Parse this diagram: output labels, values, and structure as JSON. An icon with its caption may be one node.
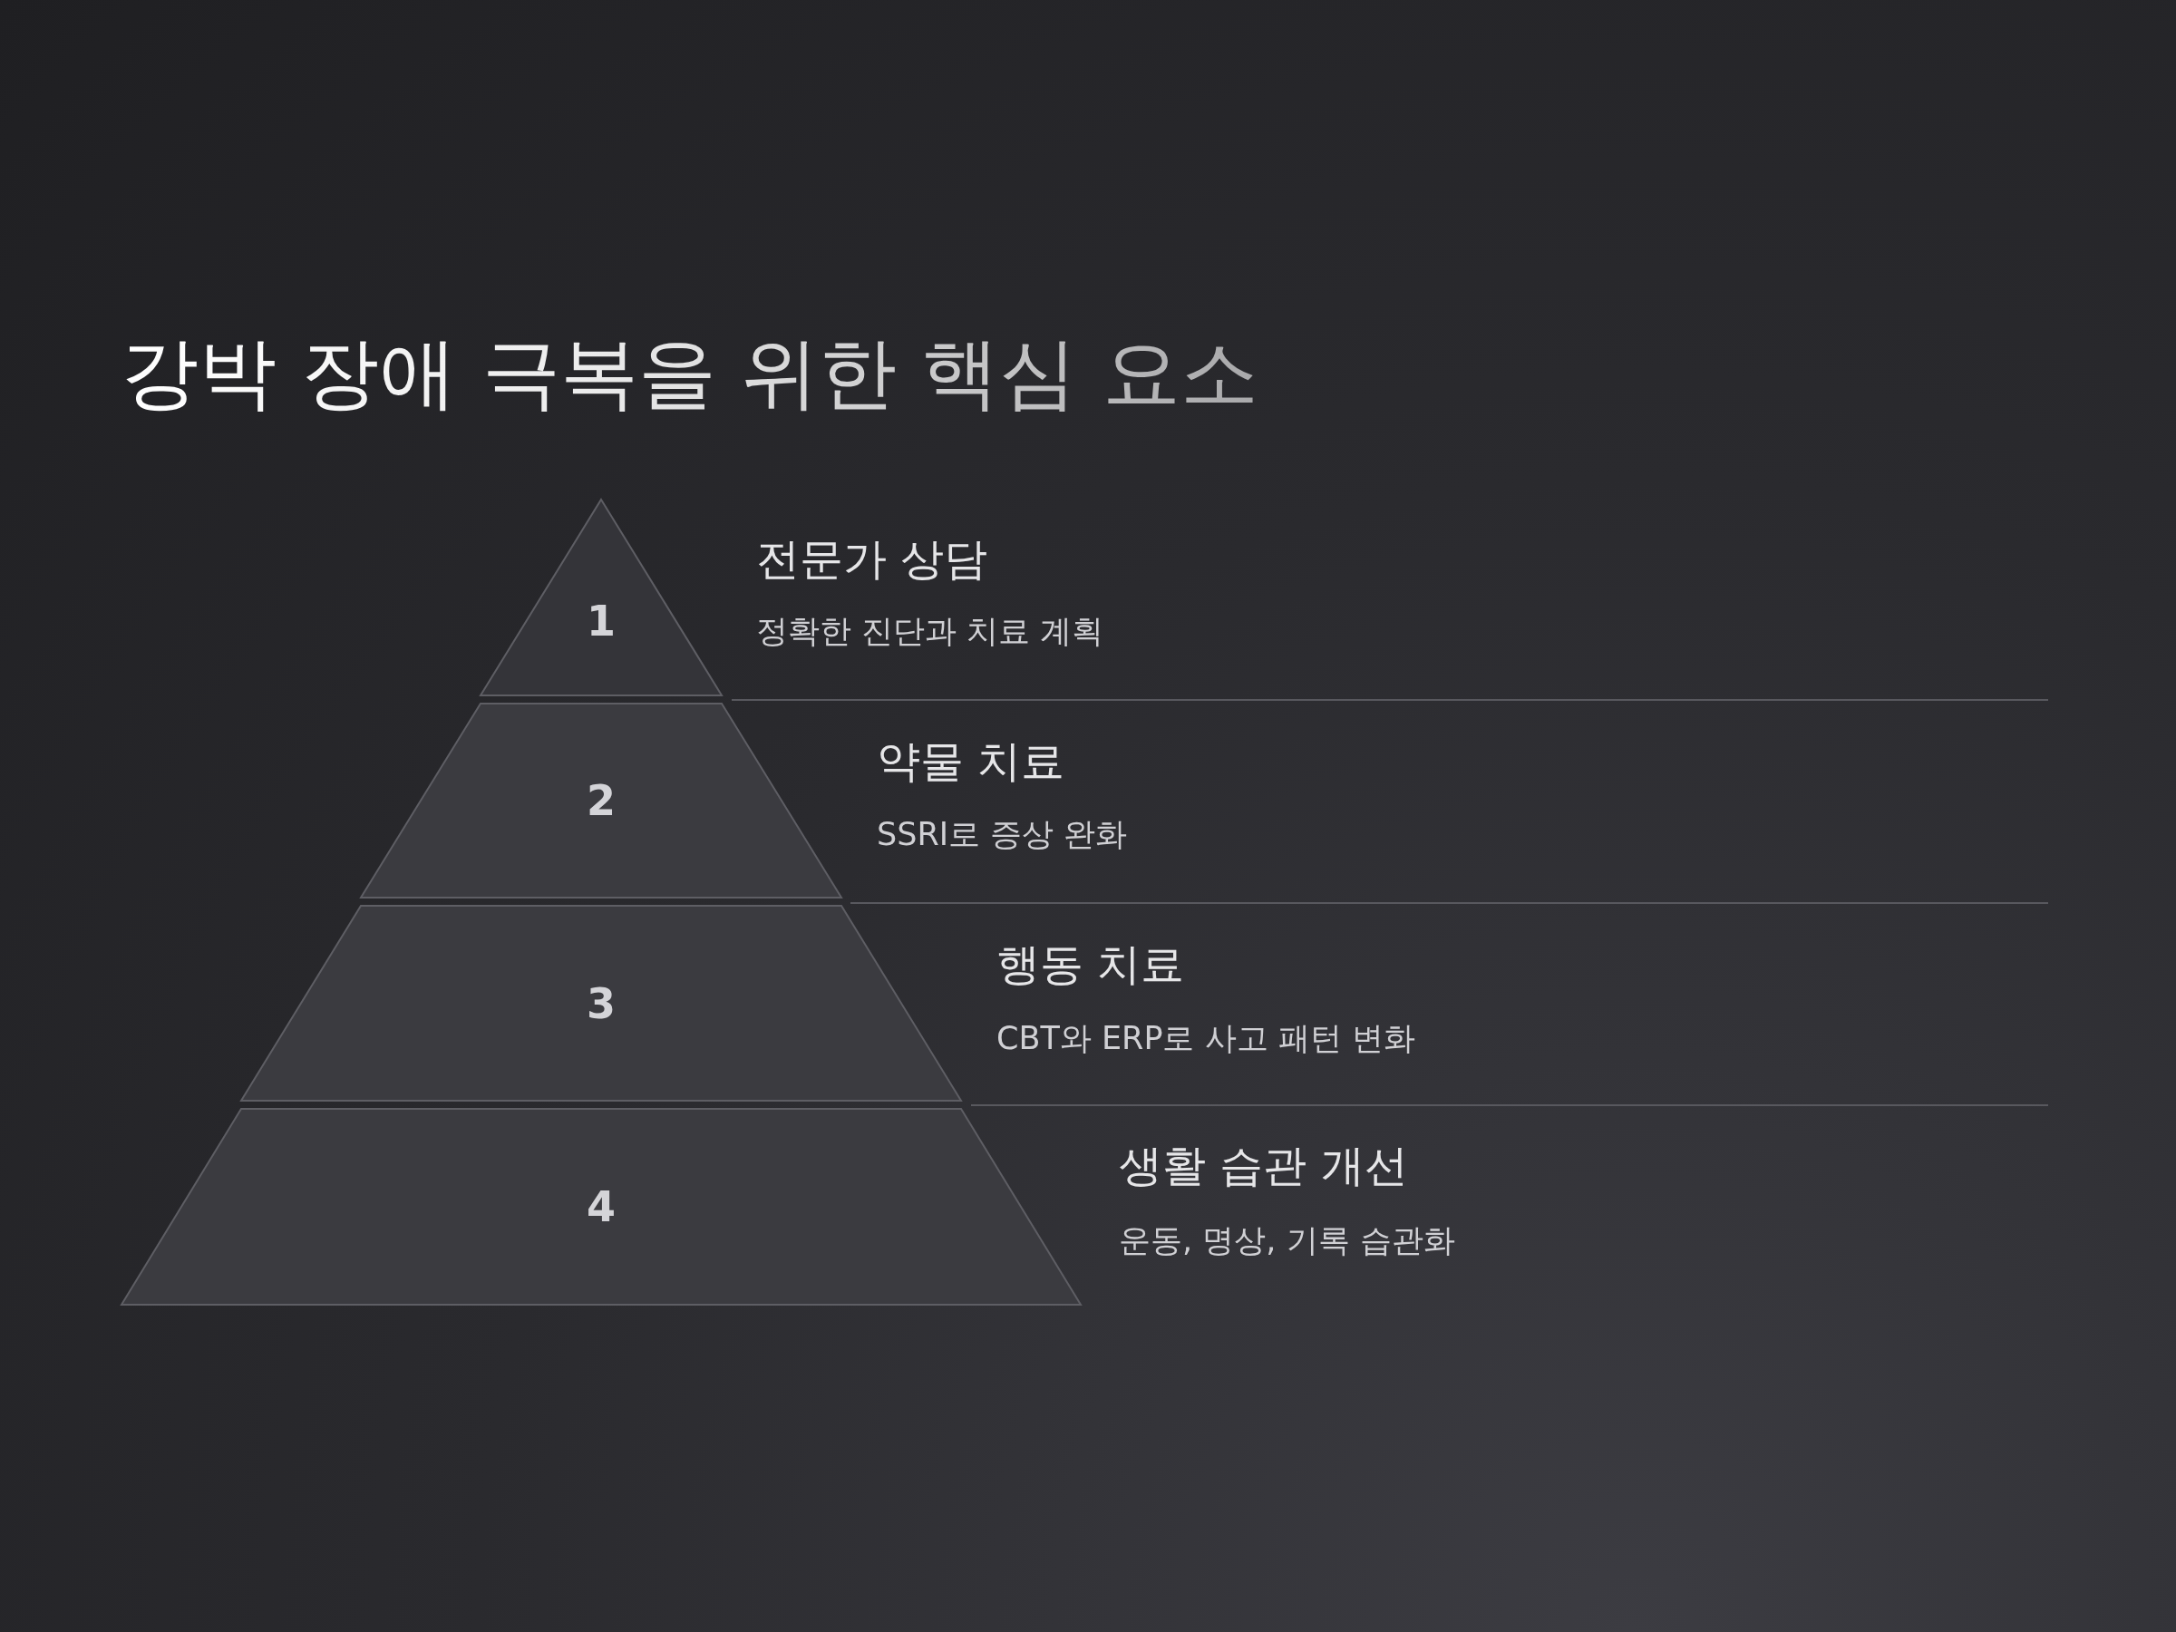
{
  "diagram": {
    "title": "강박 장애 극복을 위한 핵심 요소",
    "nodes": [
      {
        "text": [
          "1"
        ],
        "beside": [
          "전문가 상담",
          "정확한 진단과 치료 계획"
        ]
      },
      {
        "text": [
          "2"
        ],
        "beside": [
          "약물 치료",
          "SSRI로 증상 완화"
        ]
      },
      {
        "text": [
          "3"
        ],
        "beside": [
          "행동 치료",
          "CBT와 ERP로 사고 패턴 변화"
        ]
      },
      {
        "text": [
          "4"
        ],
        "beside": [
          "생활 습관 개선",
          "운동, 명상, 기록 습관화"
        ]
      }
    ]
  }
}
